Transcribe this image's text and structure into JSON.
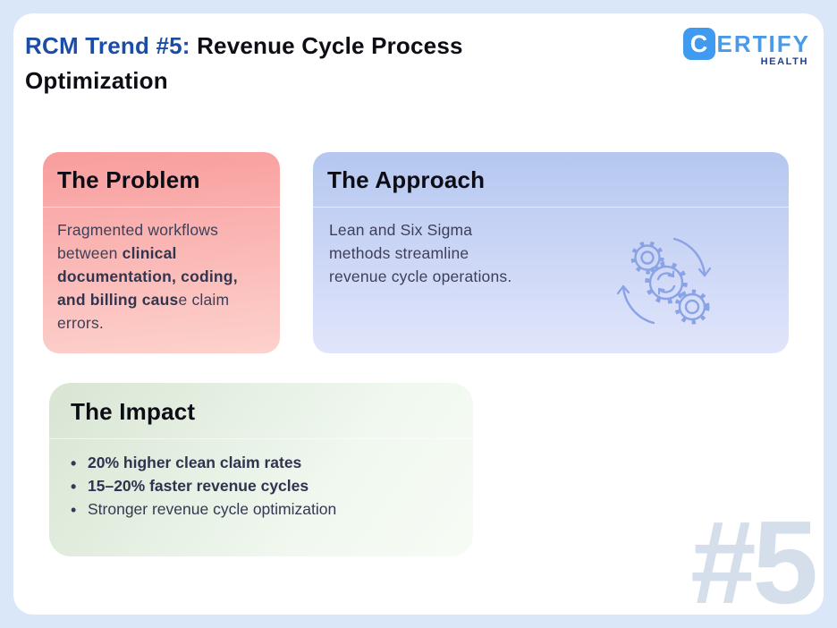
{
  "page": {
    "title_accent": "RCM Trend #5:",
    "title_rest": " Revenue Cycle Process Optimization",
    "watermark": "#5"
  },
  "logo": {
    "tile_letter": "C",
    "name_rest": "ERTIFY",
    "subtitle": "HEALTH"
  },
  "cards": {
    "problem": {
      "title": "The Problem",
      "body_pre": "Fragmented workflows between ",
      "body_bold": "clinical documentation, coding, and billing caus",
      "body_post": "e claim errors."
    },
    "approach": {
      "title": "The Approach",
      "body": "Lean and Six Sigma methods streamline revenue cycle operations.",
      "icon": "gears-cycle-icon"
    },
    "impact": {
      "title": "The Impact",
      "bullets": [
        {
          "text": "20% higher clean claim rates",
          "bold": true
        },
        {
          "text": "15–20% faster revenue cycles",
          "bold": true
        },
        {
          "text": "Stronger revenue cycle optimization",
          "bold": false
        }
      ]
    }
  },
  "colors": {
    "frame_border": "#d9e7f8",
    "title_accent": "#1b4da6",
    "title_main": "#0d0d16",
    "problem_gradient_top": "#f89d9d",
    "problem_gradient_bottom": "#fdd2cd",
    "approach_gradient_top": "#b5c7f0",
    "approach_gradient_bottom": "#e1e5fb",
    "impact_gradient_start": "#d8e5d3",
    "impact_gradient_end": "#f7fcf5",
    "body_text": "#3d3f58",
    "gear_icon_stroke": "#8aa2e6",
    "watermark": "#d5dfec",
    "logo_blue": "#4a9ae8",
    "logo_navy": "#1d3f96"
  }
}
